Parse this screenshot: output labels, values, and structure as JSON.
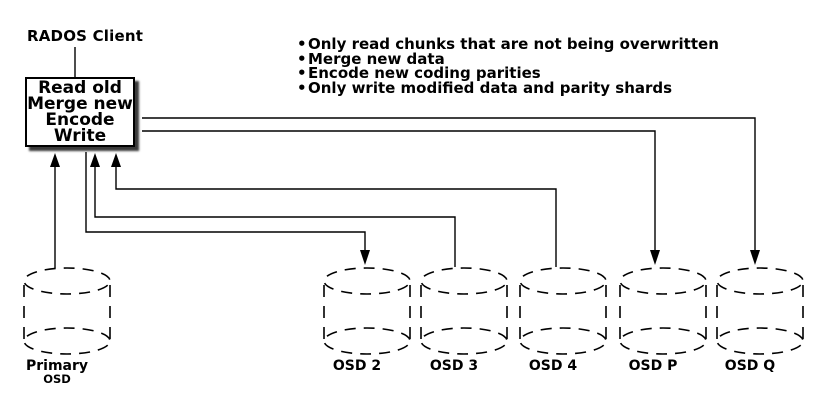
{
  "colors": {
    "ink": "#000000",
    "background": "#ffffff",
    "box_shadow": "#3a3a3a"
  },
  "client": {
    "label": "RADOS Client"
  },
  "process_box": {
    "lines": [
      "Read old",
      "Merge new",
      "Encode",
      "Write"
    ]
  },
  "notes": {
    "marker": "•",
    "items": [
      "Only read chunks that are not being overwritten",
      "Merge new data",
      "Encode new coding parities",
      "Only write modified data and parity shards"
    ]
  },
  "osd_nodes": [
    {
      "id": "primary-osd",
      "label": "Primary",
      "sublabel": "OSD",
      "icon": "disk-cylinder-icon"
    },
    {
      "id": "osd-2",
      "label": "OSD 2",
      "icon": "disk-cylinder-icon"
    },
    {
      "id": "osd-3",
      "label": "OSD 3",
      "icon": "disk-cylinder-icon"
    },
    {
      "id": "osd-4",
      "label": "OSD 4",
      "icon": "disk-cylinder-icon"
    },
    {
      "id": "osd-p",
      "label": "OSD P",
      "icon": "disk-cylinder-icon"
    },
    {
      "id": "osd-q",
      "label": "OSD Q",
      "icon": "disk-cylinder-icon"
    }
  ],
  "connections": [
    {
      "from": "primary-osd",
      "to": "client-process-box",
      "direction": "up"
    },
    {
      "from": "osd-3",
      "to": "client-process-box",
      "direction": "up"
    },
    {
      "from": "osd-4",
      "to": "client-process-box",
      "direction": "up"
    },
    {
      "from": "client-process-box",
      "to": "osd-2",
      "direction": "down"
    },
    {
      "from": "client-process-box",
      "to": "osd-p",
      "direction": "down"
    },
    {
      "from": "client-process-box",
      "to": "osd-q",
      "direction": "down"
    }
  ]
}
